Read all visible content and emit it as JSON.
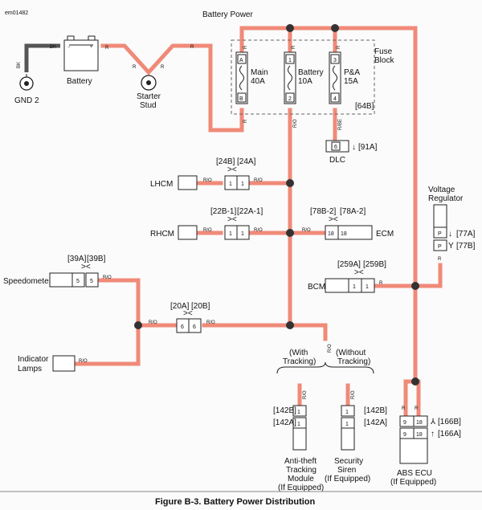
{
  "figure": {
    "code": "em01482",
    "caption": "Figure B-3. Battery Power Distribution",
    "heading": "Battery Power"
  },
  "components": {
    "gnd": "GND 2",
    "battery": "Battery",
    "starter": [
      "Starter",
      "Stud"
    ],
    "fuse_block": [
      "Fuse",
      "Block"
    ],
    "fuse_block_conn": "[64B]",
    "fuses": [
      {
        "pins": [
          "A",
          "B"
        ],
        "name": "Main",
        "rating": "40A"
      },
      {
        "pins": [
          "1",
          "2"
        ],
        "name": "Battery",
        "rating": "10A"
      },
      {
        "pins": [
          "3",
          "4"
        ],
        "name": "P&A",
        "rating": "15A"
      }
    ],
    "dlc": "DLC",
    "dlc_conn": "[91A]",
    "dlc_pin": "6",
    "lhcm": "LHCM",
    "rhcm": "RHCM",
    "ecm": "ECM",
    "bcm": "BCM",
    "speedometer": "Speedometer",
    "indicator": [
      "Indicator",
      "Lamps"
    ],
    "voltage_regulator": [
      "Voltage",
      "Regulator"
    ],
    "anti_theft": [
      "Anti-theft",
      "Tracking",
      "Module",
      "(If Equipped)"
    ],
    "siren": [
      "Security",
      "Siren",
      "(If Equipped)"
    ],
    "abs": [
      "ABS ECU",
      "(If Equipped)"
    ]
  },
  "connectors": {
    "lhcm": [
      "[24B]",
      "[24A]"
    ],
    "rhcm": [
      "[22B-1]",
      "[22A-1]"
    ],
    "ecm": [
      "[78B-2]",
      "[78A-2]"
    ],
    "bcm": [
      "[259A]",
      "[259B]"
    ],
    "speedo": [
      "[39A]",
      "[39B]"
    ],
    "indicator": [
      "[20A]",
      "[20B]"
    ],
    "vreg": [
      "[77A]",
      "[77B]"
    ],
    "anti_theft": [
      "[142B]",
      "[142A]"
    ],
    "siren": [
      "[142B]",
      "[142A]"
    ],
    "abs": [
      "[166B]",
      "[166A]"
    ]
  },
  "pins": {
    "lhcm": "1",
    "rhcm": "1",
    "ecm": "18",
    "bcm": "1",
    "speedo": "5",
    "indicator": "6",
    "vreg": "P",
    "anti_theft": "1",
    "siren": "1",
    "abs": [
      "9",
      "18"
    ]
  },
  "wire_colors": {
    "black": "BK",
    "red": "R",
    "red_orange": "R/O",
    "red_black": "R/BE"
  },
  "branches": {
    "with": [
      "(With",
      "Tracking)"
    ],
    "without": [
      "(Without",
      "Tracking)"
    ]
  },
  "colors": {
    "wire": "#f08a78",
    "ground_wire": "#555555",
    "splice": "#333333"
  }
}
